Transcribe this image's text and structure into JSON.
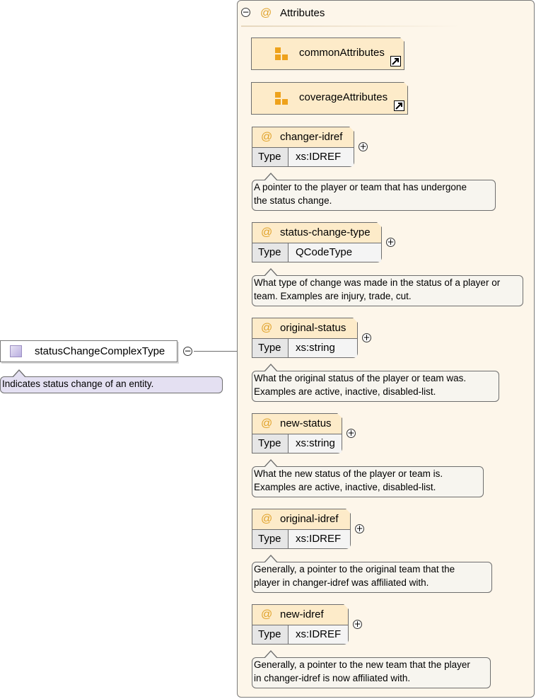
{
  "root": {
    "name": "statusChangeComplexType",
    "doc": "Indicates status change of an entity.",
    "toggle": "−"
  },
  "attributes_panel": {
    "title": "Attributes",
    "toggle": "−",
    "at_symbol": "@"
  },
  "groups": [
    {
      "name": "commonAttributes",
      "toggle": "+"
    },
    {
      "name": "coverageAttributes",
      "toggle": "+"
    }
  ],
  "type_label": "Type",
  "attributes": [
    {
      "name": "changer-idref",
      "type": "xs:IDREF",
      "toggle": "+",
      "doc": [
        "A pointer to the player or team that has undergone",
        "the status change."
      ]
    },
    {
      "name": "status-change-type",
      "type": "QCodeType",
      "toggle": "+",
      "doc": [
        "What type of change was made in the status of a player or",
        "team. Examples are injury, trade, cut."
      ]
    },
    {
      "name": "original-status",
      "type": "xs:string",
      "toggle": "+",
      "doc": [
        "What the original status of the player or team was.",
        "Examples are active, inactive, disabled-list."
      ]
    },
    {
      "name": "new-status",
      "type": "xs:string",
      "toggle": "+",
      "doc": [
        "What the new status of the player or team is.",
        "Examples are active, inactive, disabled-list."
      ]
    },
    {
      "name": "original-idref",
      "type": "xs:IDREF",
      "toggle": "+",
      "doc": [
        "Generally, a pointer to the original team that the",
        "player in changer-idref was affiliated with."
      ]
    },
    {
      "name": "new-idref",
      "type": "xs:IDREF",
      "toggle": "+",
      "doc": [
        "Generally, a pointer to the new team that the player",
        "in changer-idref is now affiliated with."
      ]
    }
  ]
}
